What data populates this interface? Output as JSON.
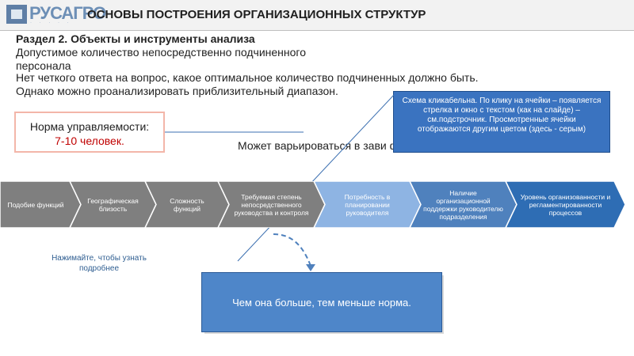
{
  "header": {
    "logo_text": "РУСАГРО",
    "title": "ОСНОВЫ ПОСТРОЕНИЯ ОРГАНИЗАЦИОННЫХ СТРУКТУР"
  },
  "content": {
    "section_heading": "Раздел 2. Объекты и инструменты анализа",
    "allowed_count": "Допустимое количество непосредственно подчиненного персонала",
    "no_answer_line1": "Нет четкого ответа на вопрос, какое оптимальное количество подчиненных должно быть.",
    "no_answer_line2": "Однако можно проанализировать приблизительный диапазон.",
    "norm_title": "Норма управляемости:",
    "norm_value": "7-10 человек.",
    "vary_text": "Может варьироваться в зави факторов:"
  },
  "callout": {
    "text": "Схема кликабельна. По клику на ячейки – появляется стрелка и окно с текстом (как на слайде) – см.подстрочник. Просмотренные ячейки отображаются другим цветом (здесь - серым)"
  },
  "process": {
    "steps": [
      {
        "label": "Подобие функций",
        "color": "#7f7f7f"
      },
      {
        "label": "Географическая близость",
        "color": "#7f7f7f"
      },
      {
        "label": "Сложность функций",
        "color": "#7f7f7f"
      },
      {
        "label": "Требуемая степень непосредственного руководства и контроля",
        "color": "#7f7f7f"
      },
      {
        "label": "Потребность в планировании руководителя",
        "color": "#8eb4e3"
      },
      {
        "label": "Наличие организационной поддержки руководителю подразделения",
        "color": "#4f81bd"
      },
      {
        "label": "Уровень организованности и регламентированности процессов",
        "color": "#2e6db4"
      }
    ]
  },
  "hint": {
    "text": "Нажимайте, чтобы узнать подробнее"
  },
  "result": {
    "text": "Чем она больше, тем меньше норма."
  },
  "colors": {
    "callout_bg": "#3a73c0",
    "norm_border": "#f3b6a9",
    "norm_value": "#c00000",
    "connector_line": "#3b6fb0"
  }
}
